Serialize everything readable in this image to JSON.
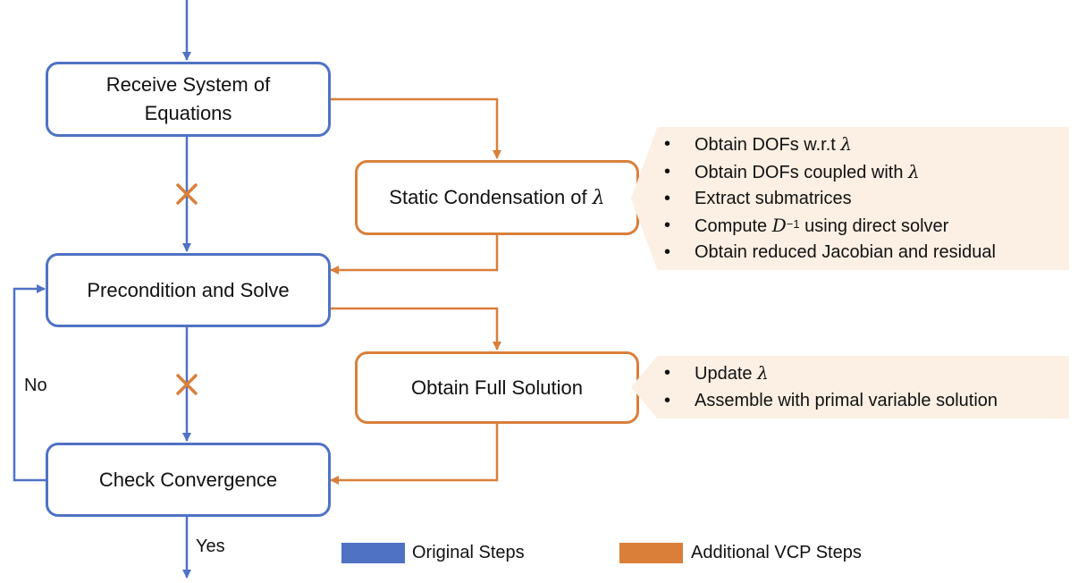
{
  "boxes": {
    "receive": [
      "Receive System of",
      "Equations"
    ],
    "precondition": "Precondition and Solve",
    "check": "Check Convergence",
    "static_condensation": "Static Condensation of ",
    "static_symbol": "λ",
    "full_solution": "Obtain Full Solution"
  },
  "condensation_steps": {
    "item1_text": "Obtain DOFs w.r.t ",
    "item1_sym": "λ",
    "item2_text": "Obtain DOFs coupled with ",
    "item2_sym": "λ",
    "item3_text": "Extract submatrices",
    "item4_pre": "Compute ",
    "item4_sym": "D",
    "item4_sup": "−1",
    "item4_post": " using direct solver",
    "item5_text": "Obtain reduced Jacobian and residual"
  },
  "solution_steps": {
    "item1_text": "Update ",
    "item1_sym": "λ",
    "item2_text": "Assemble with primal variable solution"
  },
  "labels": {
    "no": "No",
    "yes": "Yes"
  },
  "legend": {
    "original": {
      "label": "Original Steps",
      "color": "#4f72c4"
    },
    "additional": {
      "label": "Additional VCP Steps",
      "color": "#d97f3a"
    }
  },
  "icons": {
    "skip_marker": "cross-icon"
  }
}
